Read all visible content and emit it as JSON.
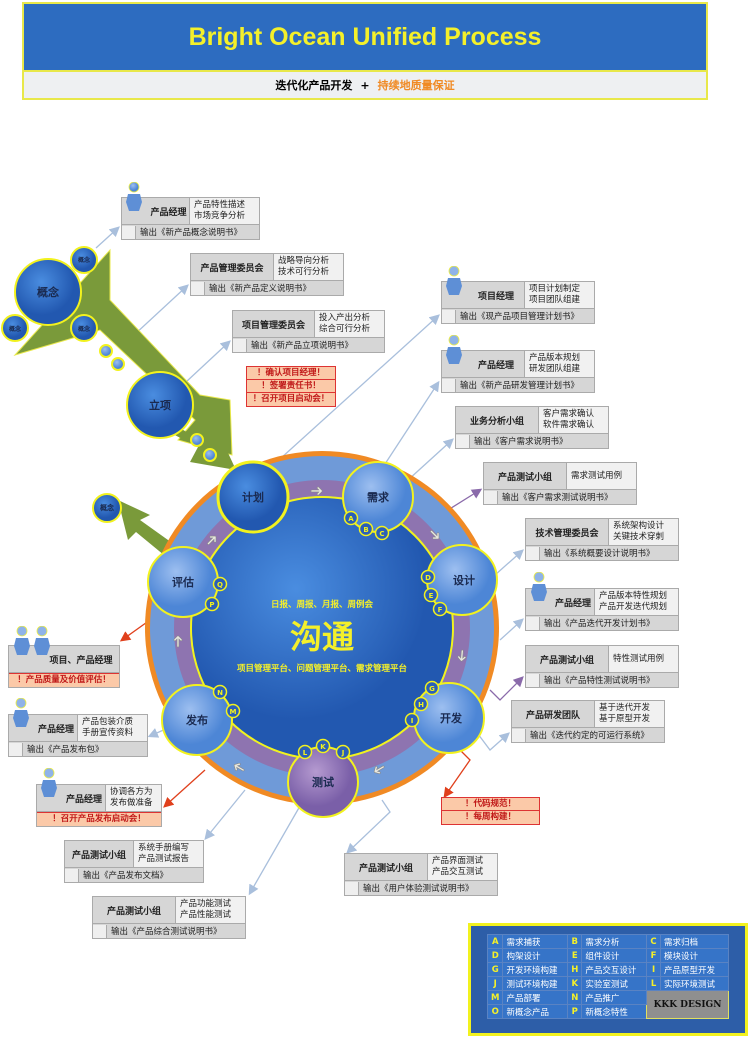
{
  "header": {
    "title": "Bright Ocean Unified Process",
    "subtitle_left": "迭代化产品开发",
    "subtitle_plus": "+",
    "subtitle_right": "持续地质量保证"
  },
  "stages": {
    "concept": "概念",
    "concept_small": "概念",
    "initiation": "立项",
    "plan": "计划",
    "requirements": "需求",
    "design": "设计",
    "develop": "开发",
    "test": "测试",
    "release": "发布",
    "evaluate": "评估"
  },
  "center": {
    "meetings": "日报、周报、月报、周例会",
    "title": "沟通",
    "platforms": "项目管理平台、问题管理平台、需求管理平台"
  },
  "markers": [
    "A",
    "B",
    "C",
    "D",
    "E",
    "F",
    "G",
    "H",
    "I",
    "J",
    "K",
    "L",
    "M",
    "N",
    "P",
    "Q"
  ],
  "cards": [
    {
      "role": "产品经理",
      "desc": [
        "产品特性描述",
        "市场竞争分析"
      ],
      "output": "输出《新产品概念说明书》"
    },
    {
      "role": "产品管理委员会",
      "desc": [
        "战略导向分析",
        "技术可行分析"
      ],
      "output": "输出《新产品定义说明书》"
    },
    {
      "role": "项目管理委员会",
      "desc": [
        "投入产出分析",
        "综合可行分析"
      ],
      "output": "输出《新产品立项说明书》"
    },
    {
      "role": "项目经理",
      "desc": [
        "项目计划制定",
        "项目团队组建"
      ],
      "output": "输出《现产品项目管理计划书》"
    },
    {
      "role": "产品经理",
      "desc": [
        "产品版本规划",
        "研发团队组建"
      ],
      "output": "输出《新产品研发管理计划书》"
    },
    {
      "role": "业务分析小组",
      "desc": [
        "客户需求确认",
        "软件需求确认"
      ],
      "output": "输出《客户需求说明书》"
    },
    {
      "role": "产品测试小组",
      "desc": [
        "需求测试用例"
      ],
      "output": "输出《客户需求测试说明书》"
    },
    {
      "role": "技术管理委员会",
      "desc": [
        "系统架构设计",
        "关键技术穿刺"
      ],
      "output": "输出《系统概要设计说明书》"
    },
    {
      "role": "产品经理",
      "desc": [
        "产品版本特性规划",
        "产品开发迭代规划"
      ],
      "output": "输出《产品迭代开发计划书》"
    },
    {
      "role": "产品测试小组",
      "desc": [
        "特性测试用例"
      ],
      "output": "输出《产品特性测试说明书》"
    },
    {
      "role": "产品研发团队",
      "desc": [
        "基于迭代开发",
        "基于原型开发"
      ],
      "output": "输出《迭代约定的可运行系统》"
    },
    {
      "role": "产品测试小组",
      "desc": [
        "产品界面测试",
        "产品交互测试"
      ],
      "output": "输出《用户体验测试说明书》"
    },
    {
      "role": "产品测试小组",
      "desc": [
        "产品功能测试",
        "产品性能测试"
      ],
      "output": "输出《产品综合测试说明书》"
    },
    {
      "role": "产品测试小组",
      "desc": [
        "系统手册编写",
        "产品测试报告"
      ],
      "output": "输出《产品发布文档》"
    },
    {
      "role": "产品经理",
      "desc": [
        "协调各方为",
        "发布做准备"
      ],
      "alert": "！召开产品发布启动会！"
    },
    {
      "role": "产品经理",
      "desc": [
        "产品包装介质",
        "手册宣传资料"
      ],
      "output": "输出《产品发布包》"
    },
    {
      "role": "项目、产品经理",
      "alert": "！产品质量及价值评估！"
    }
  ],
  "alerts": {
    "initiation": [
      "！确认项目经理！",
      "！签署责任书！",
      "！召开项目启动会！"
    ],
    "develop": [
      "！代码规范！",
      "！每周构建！"
    ]
  },
  "legend": [
    [
      [
        "A",
        "需求捕获"
      ],
      [
        "B",
        "需求分析"
      ],
      [
        "C",
        "需求归档"
      ]
    ],
    [
      [
        "D",
        "构架设计"
      ],
      [
        "E",
        "组件设计"
      ],
      [
        "F",
        "模块设计"
      ]
    ],
    [
      [
        "G",
        "开发环境构建"
      ],
      [
        "H",
        "产品交互设计"
      ],
      [
        "I",
        "产品原型开发"
      ]
    ],
    [
      [
        "J",
        "测试环境构建"
      ],
      [
        "K",
        "实验室测试"
      ],
      [
        "L",
        "实际环境测试"
      ]
    ],
    [
      [
        "M",
        "产品部署"
      ],
      [
        "N",
        "产品推广"
      ]
    ],
    [
      [
        "O",
        "新概念产品"
      ],
      [
        "P",
        "新概念特性"
      ]
    ]
  ],
  "logo": "KKK DESIGN",
  "colors": {
    "header": "#2d6cc0",
    "title": "#f4f02a",
    "accent": "#f08a24",
    "alert": "#c01818"
  }
}
